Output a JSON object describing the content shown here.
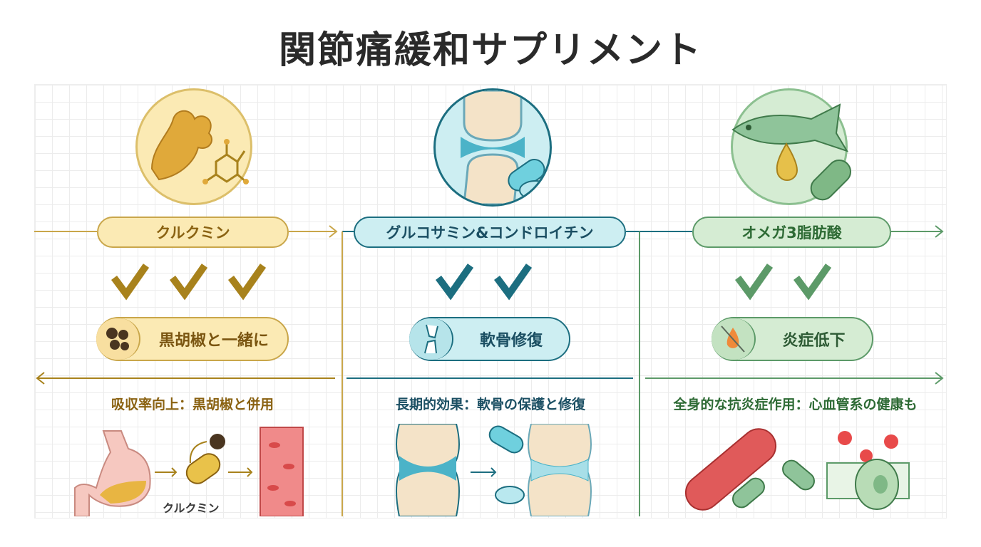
{
  "title": "関節痛緩和サプリメント",
  "colors": {
    "curcumin": "#a8821c",
    "glucosamine": "#1c6e80",
    "omega": "#5c9a68"
  },
  "columns": [
    {
      "name": "クルクミン",
      "rating": 3,
      "tip": "黒胡椒と一緒に",
      "tip_icon": "black-pepper-icon",
      "detail": "吸収率向上：黒胡椒と併用",
      "illustration_label": "クルクミン"
    },
    {
      "name": "グルコサミン&コンドロイチン",
      "rating": 2,
      "tip": "軟骨修復",
      "tip_icon": "joint-icon",
      "detail": "長期的効果：軟骨の保護と修復"
    },
    {
      "name": "オメガ3脂肪酸",
      "rating": 2,
      "tip": "炎症低下",
      "tip_icon": "no-fire-icon",
      "detail": "全身的な抗炎症作用：心血管系の健康も"
    }
  ]
}
